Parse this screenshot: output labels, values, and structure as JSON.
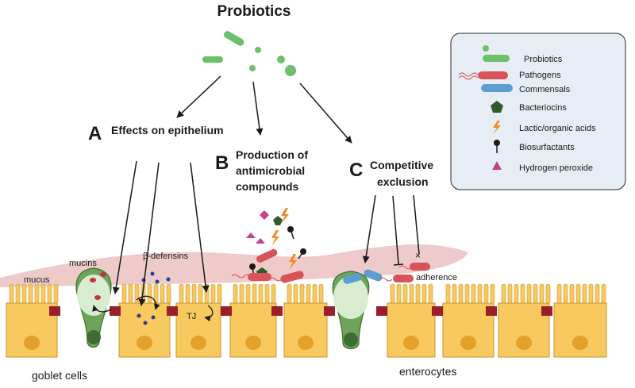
{
  "title": "Probiotics",
  "sections": {
    "a_letter": "A",
    "a_text": "Effects on epithelium",
    "b_letter": "B",
    "b_line1": "Production of",
    "b_line2": "antimicrobial",
    "b_line3": "compounds",
    "c_letter": "C",
    "c_line1": "Competitive",
    "c_line2": "exclusion"
  },
  "labels": {
    "mucins": "mucins",
    "mucus": "mucus",
    "beta_defensins": "β-defensins",
    "tj": "TJ",
    "adherence": "adherence",
    "goblet_cells": "goblet cells",
    "enterocytes": "enterocytes"
  },
  "legend": {
    "items": [
      {
        "label": "Probiotics",
        "icon": "probiotic-icon"
      },
      {
        "label": "Pathogens",
        "icon": "pathogen-icon"
      },
      {
        "label": "Commensals",
        "icon": "commensal-icon"
      },
      {
        "label": "Bacteriocins",
        "icon": "pentagon-icon"
      },
      {
        "label": "Lactic/organic acids",
        "icon": "lightning-icon"
      },
      {
        "label": "Biosurfactants",
        "icon": "pin-icon"
      },
      {
        "label": "Hydrogen peroxide",
        "icon": "triangle-icon"
      }
    ]
  },
  "colors": {
    "probiotic": "#6dbf6a",
    "pathogen": "#d9535a",
    "commensal": "#5b9fd1",
    "bacteriocin": "#2f5a2c",
    "acid": "#f08a1c",
    "peroxide": "#c4418f",
    "cell": "#f7c95f",
    "nucleus": "#e3a12a",
    "goblet": "#6fa35a",
    "mucus": "#e8b8b8",
    "junction": "#9b1f2a",
    "legend_bg": "#e6edf5"
  }
}
